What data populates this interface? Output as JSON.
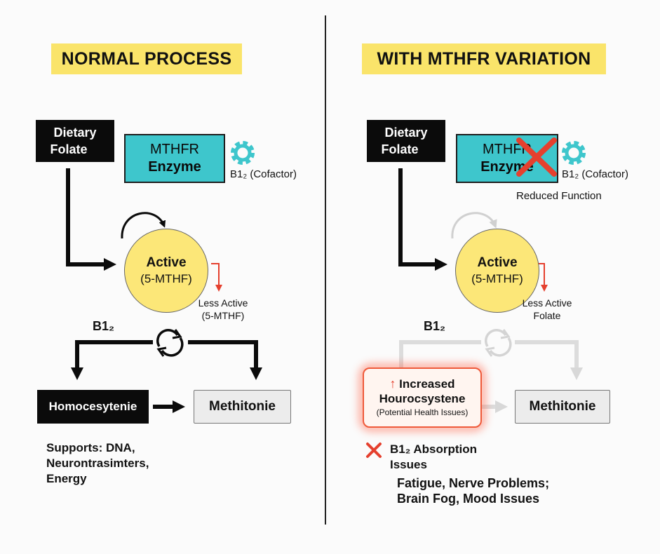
{
  "left": {
    "title": "NORMAL PROCESS",
    "dietary_line1": "Dietary",
    "dietary_line2": "Folate",
    "enzyme_line1": "MTHFR",
    "enzyme_line2": "Enzyme",
    "cofactor": "B1₂ (Cofactor)",
    "active_line1": "Active",
    "active_line2": "(5-MTHF)",
    "less_line1": "Less Active",
    "less_line2": "(5-MTHF)",
    "b12": "B1₂",
    "homocysteine": "Homocesytenie",
    "methionine": "Methitonie",
    "supports_line1": "Supports: DNA,",
    "supports_line2": "Neurontrasimters,",
    "supports_line3": "Energy"
  },
  "right": {
    "title": "WITH MTHFR VARIATION",
    "dietary_line1": "Dietary",
    "dietary_line2": "Folate",
    "enzyme_line1": "MTHFR",
    "enzyme_line2": "Enzyme",
    "cofactor": "B1₂ (Cofactor)",
    "reduced": "Reduced Function",
    "active_line1": "Active",
    "active_line2": "(5-MTHF)",
    "less_line1": "Less Active",
    "less_line2": "Folate",
    "b12": "B1₂",
    "increased_line1": "Increased",
    "increased_line2": "Hourocsystene",
    "increased_line3": "(Potential Health Issues)",
    "methionine": "Methitonie",
    "absorption_line1": "B1₂ Absorption",
    "absorption_line2": "Issues",
    "symptoms_line1": "Fatigue, Nerve Problems;",
    "symptoms_line2": "Brain Fog, Mood Issues"
  },
  "colors": {
    "title_bg": "#fae46a",
    "teal": "#3ec6cc",
    "yellow_circle": "#fce778",
    "red": "#e5402e"
  }
}
